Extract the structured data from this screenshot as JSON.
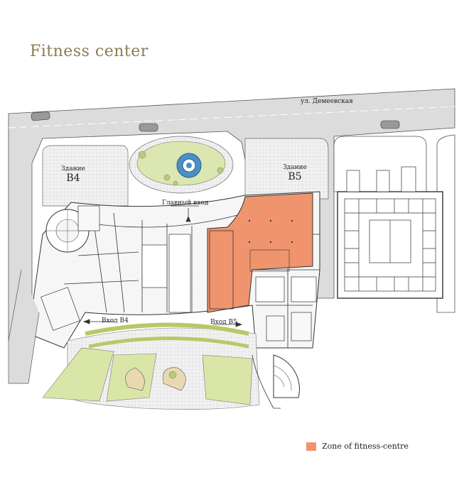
{
  "title": "Fitness center",
  "street": "ул. Демеевская",
  "building_b4": {
    "label": "Здание",
    "code": "B4"
  },
  "building_b5": {
    "label": "Здание",
    "code": "B5"
  },
  "main_entrance": "Главный вход",
  "entrance_b4": "Вход B4",
  "entrance_b5": "Вход B5",
  "legend": {
    "label": "Zone of fitness-centre",
    "color": "#f0946e"
  },
  "colors": {
    "title": "#8c7a52",
    "road": "#d9d9d9",
    "paving": "#eeeeee",
    "green": "#d9e6a8",
    "fitness_zone": "#f0946e",
    "water": "#4a8fc6"
  }
}
